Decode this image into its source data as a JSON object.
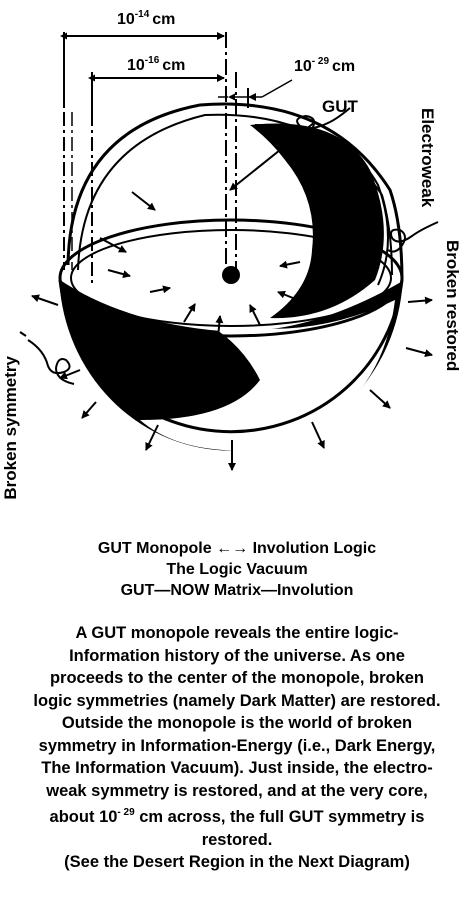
{
  "dimensions": {
    "d1": {
      "base": "10",
      "exp": "-14",
      "unit": "cm"
    },
    "d2": {
      "base": "10",
      "exp": "-16",
      "unit": "cm"
    },
    "d3": {
      "base": "10",
      "exp": "- 29",
      "unit": "cm"
    }
  },
  "labels": {
    "gut": "GUT",
    "electroweak": "Electroweak",
    "broken_restored": "Broken restored",
    "broken_symmetry": "Broken symmetry"
  },
  "captions": {
    "line1_left": "GUT Monopole",
    "line1_arrow": "←→",
    "line1_right": "Involution Logic",
    "line2": "The Logic Vacuum",
    "line3": "GUT—NOW Matrix—Involution"
  },
  "body": {
    "l1": "A GUT monopole reveals the entire logic-",
    "l2": "Information history of the universe. As one",
    "l3": "proceeds to the center of the monopole, broken",
    "l4": "logic symmetries (namely Dark Matter) are restored.",
    "l5": "Outside the monopole is the world of broken",
    "l6": "symmetry in Information-Energy (i.e., Dark Energy,",
    "l7": "The Information Vacuum). Just inside, the electro-",
    "l8": "weak symmetry is restored, and at the very core,",
    "l9_pre": "about",
    "l9_base": "10",
    "l9_exp": "- 29",
    "l9_post": "cm across, the full GUT symmetry is",
    "l10": "restored.",
    "l11": "(See the Desert Region in the Next Diagram)"
  }
}
